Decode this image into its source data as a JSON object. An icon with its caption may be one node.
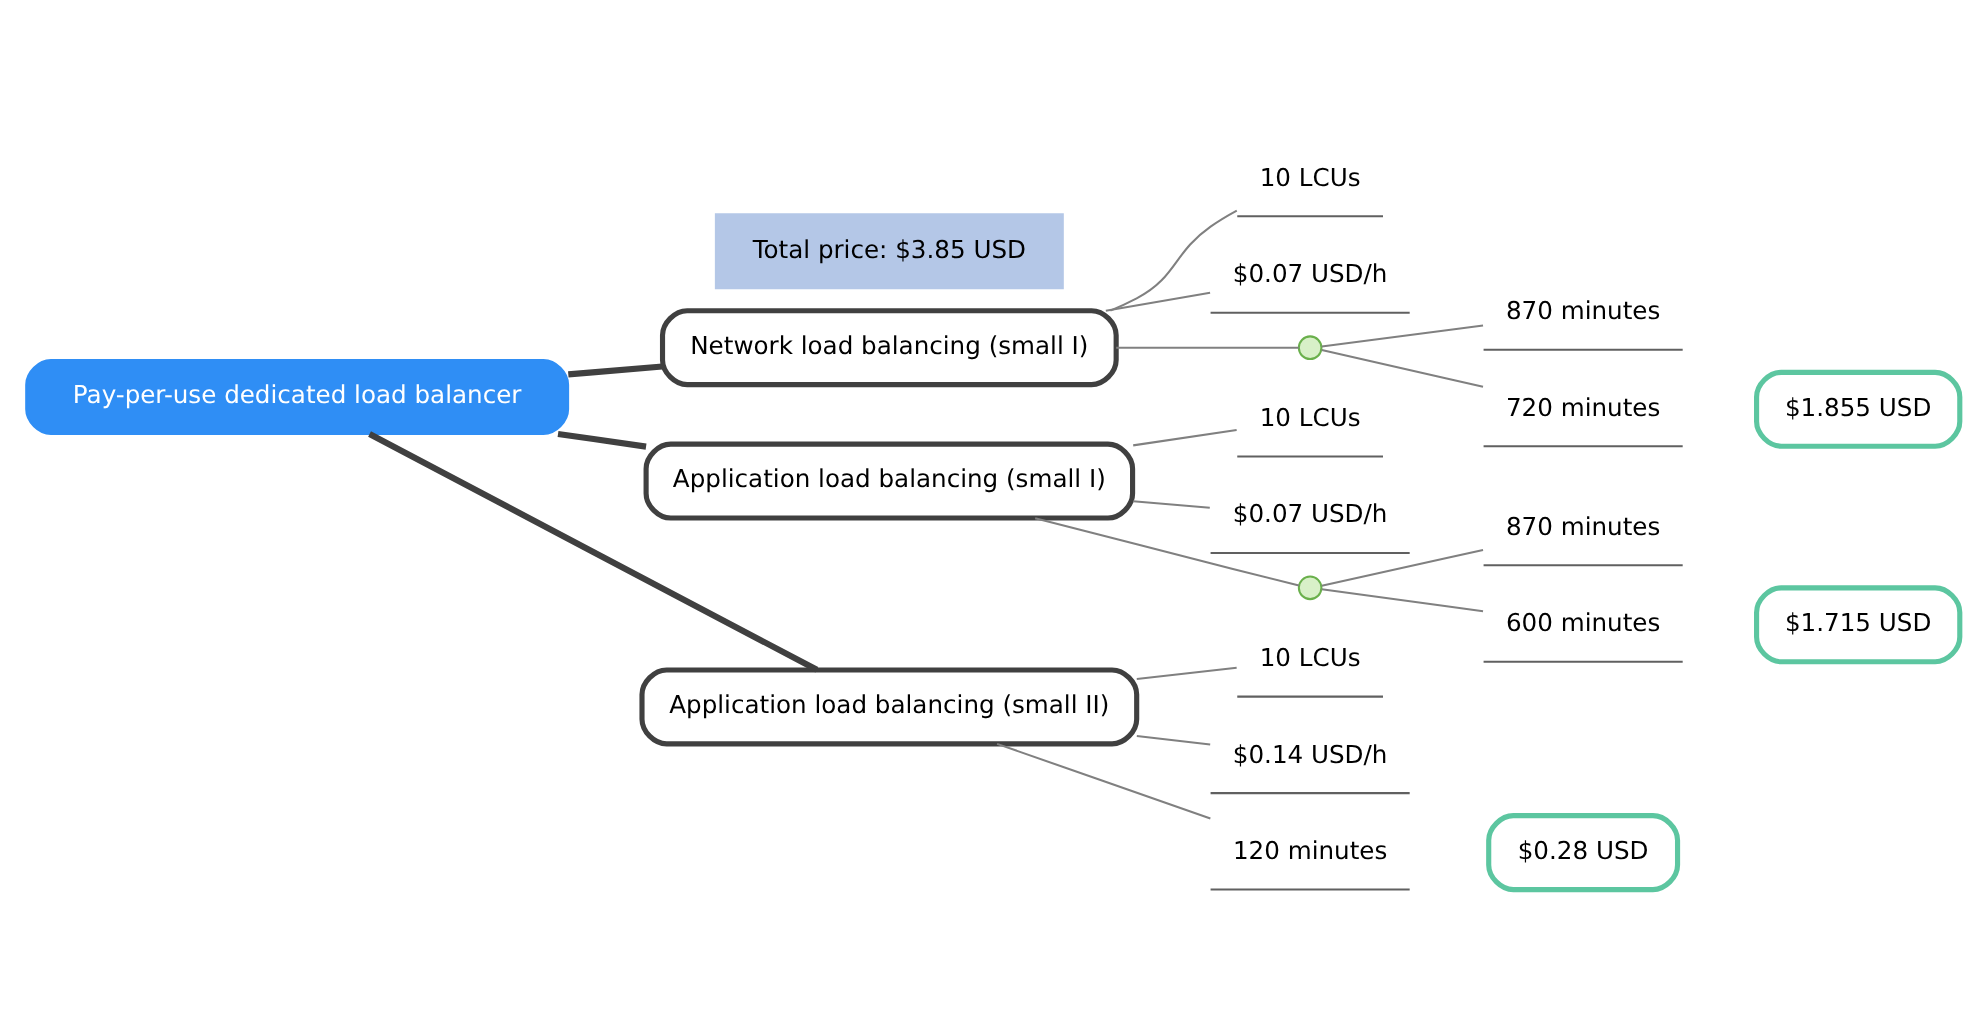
{
  "diagram": {
    "nodes": [
      {
        "text": [
          "Pay-per-use dedicated load balancer"
        ]
      },
      {
        "text": [
          "Total price: $3.85 USD"
        ]
      },
      {
        "text": [
          "Network load balancing (small I)"
        ]
      },
      {
        "text": [
          "10 LCUs"
        ]
      },
      {
        "text": [
          "$0.07 USD/h"
        ]
      },
      {
        "text": [],
        "shape": "circle"
      },
      {
        "text": [
          "870 minutes"
        ]
      },
      {
        "text": [
          "720 minutes"
        ]
      },
      {
        "text": [
          "$1.855 USD"
        ]
      },
      {
        "text": [
          "Application load balancing (small I)"
        ]
      },
      {
        "text": [
          "10 LCUs"
        ]
      },
      {
        "text": [
          "$0.07 USD/h"
        ]
      },
      {
        "text": [],
        "shape": "circle"
      },
      {
        "text": [
          "870 minutes"
        ]
      },
      {
        "text": [
          "600 minutes"
        ]
      },
      {
        "text": [
          "$1.715 USD"
        ]
      },
      {
        "text": [
          "Application load balancing (small II)"
        ]
      },
      {
        "text": [
          "10 LCUs"
        ]
      },
      {
        "text": [
          "$0.14 USD/h"
        ]
      },
      {
        "text": [
          "120 minutes"
        ]
      },
      {
        "text": [
          "$0.28 USD"
        ]
      }
    ],
    "edges": [
      {
        "from": 0,
        "to": 2,
        "arrow": "none",
        "style": "thick",
        "color": "#404040"
      },
      {
        "from": 0,
        "to": 9,
        "arrow": "none",
        "style": "thick",
        "color": "#404040"
      },
      {
        "from": 0,
        "to": 16,
        "arrow": "none",
        "style": "thick",
        "color": "#404040"
      },
      {
        "from": 2,
        "to": 3,
        "arrow": "none"
      },
      {
        "from": 2,
        "to": 4,
        "arrow": "none"
      },
      {
        "from": 2,
        "to": 5,
        "arrow": "none"
      },
      {
        "from": 5,
        "to": 6,
        "arrow": "none"
      },
      {
        "from": 5,
        "to": 7,
        "arrow": "none"
      },
      {
        "from": 9,
        "to": 10,
        "arrow": "none"
      },
      {
        "from": 9,
        "to": 11,
        "arrow": "none"
      },
      {
        "from": 9,
        "to": 12,
        "arrow": "none"
      },
      {
        "from": 12,
        "to": 13,
        "arrow": "none"
      },
      {
        "from": 12,
        "to": 14,
        "arrow": "none"
      },
      {
        "from": 16,
        "to": 17,
        "arrow": "none"
      },
      {
        "from": 16,
        "to": 18,
        "arrow": "none"
      },
      {
        "from": 16,
        "to": 19,
        "arrow": "none"
      }
    ]
  }
}
